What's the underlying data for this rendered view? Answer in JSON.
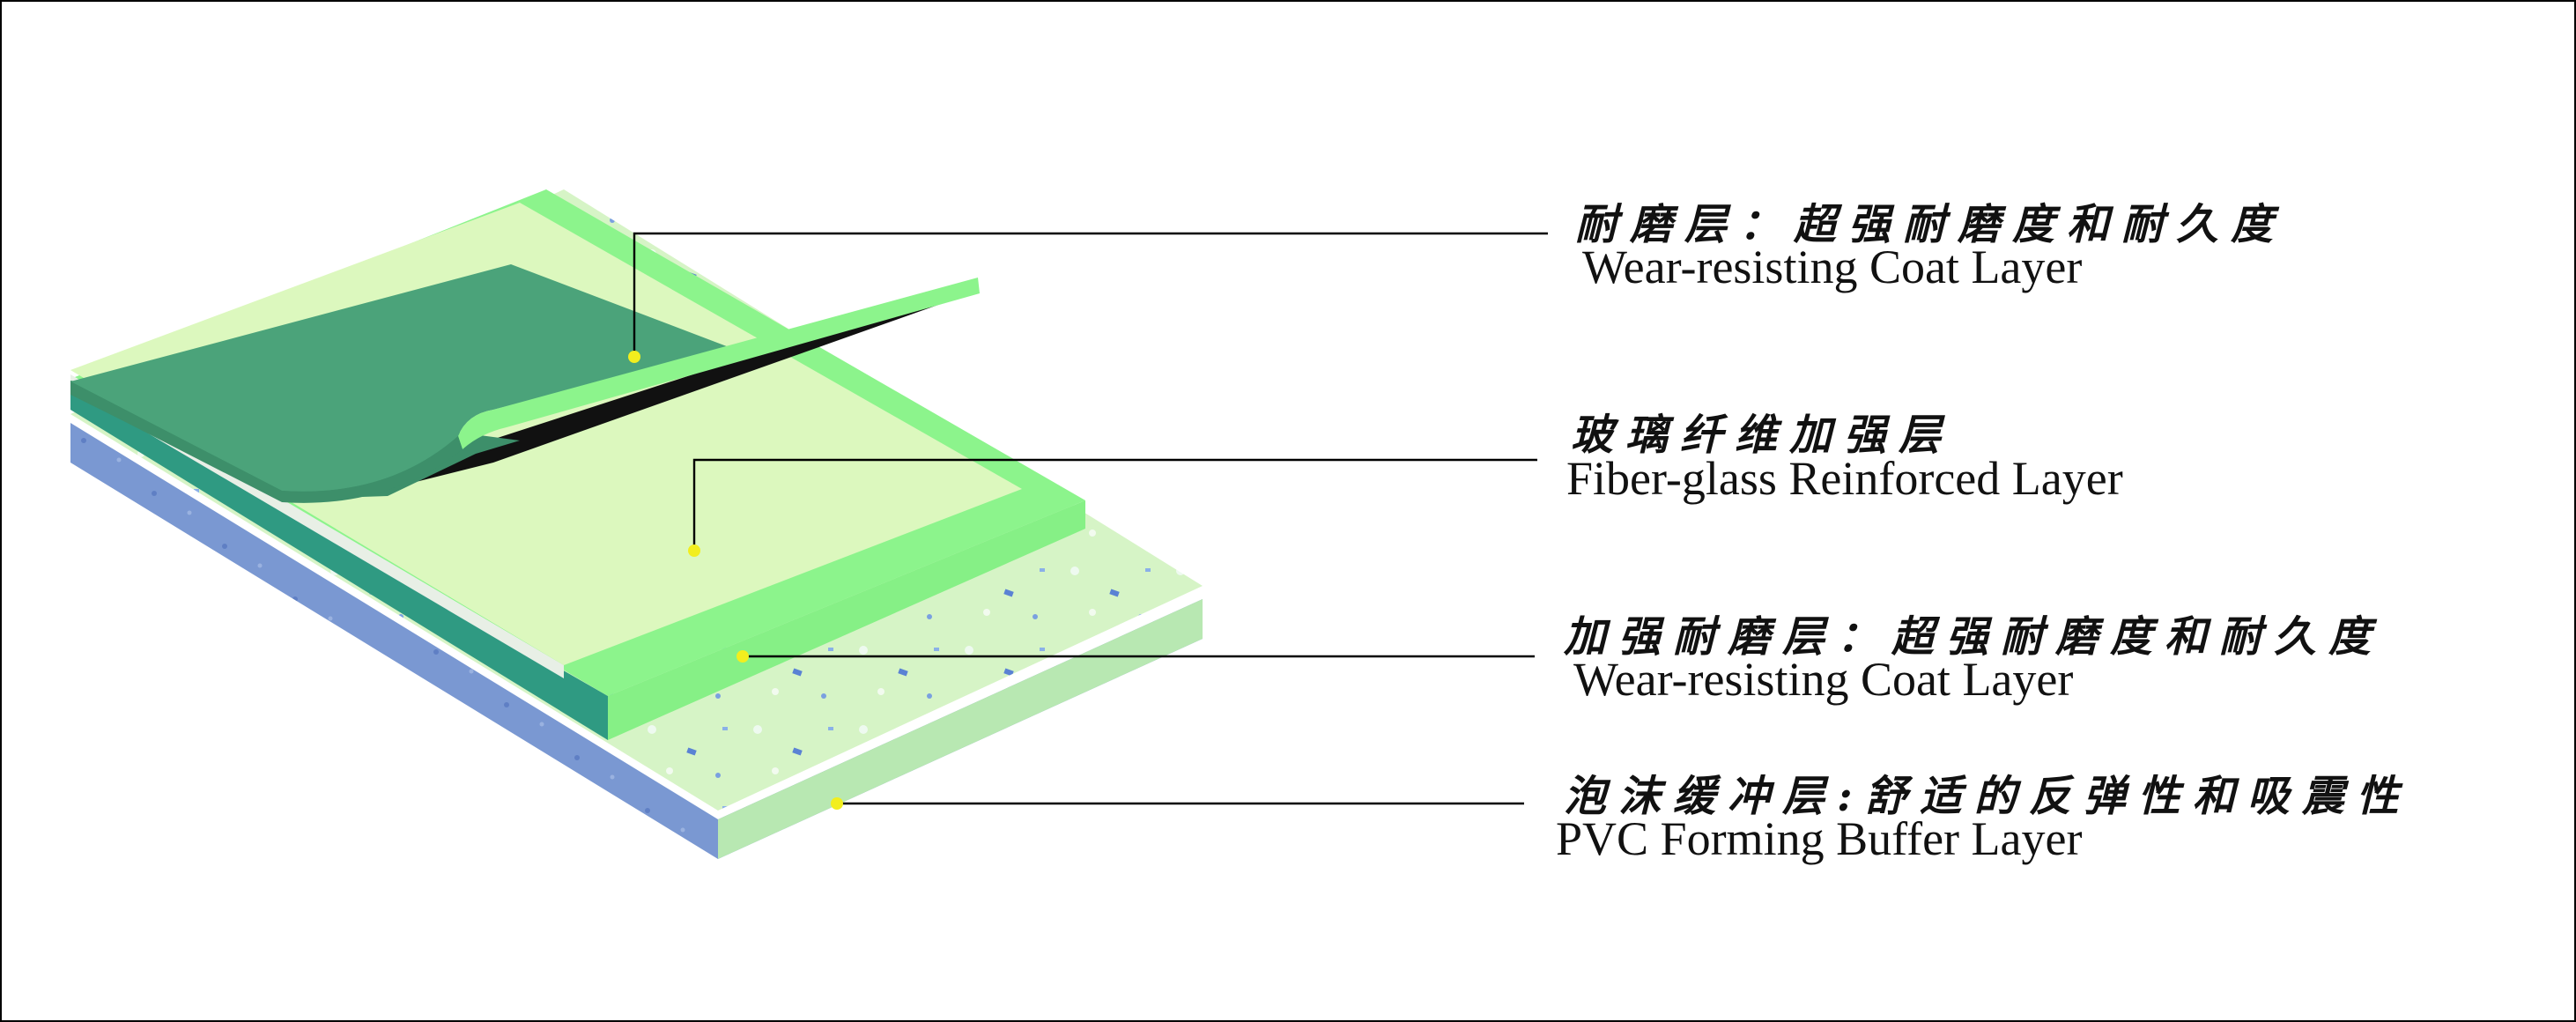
{
  "layers": [
    {
      "zh": "耐磨层：超强耐磨度和耐久度",
      "en": "Wear-resisting Coat Layer"
    },
    {
      "zh": "玻璃纤维加强层",
      "en": "Fiber-glass Reinforced Layer"
    },
    {
      "zh": "加强耐磨层：超强耐磨度和耐久度",
      "en": "Wear-resisting Coat Layer"
    },
    {
      "zh": "泡沫缓冲层:舒适的反弹性和吸震性",
      "en": "PVC Forming Buffer Layer"
    }
  ],
  "colors": {
    "top_green": "#4ba37a",
    "bright_green": "#8cf48c",
    "pale_green": "#daf8bc",
    "foam": "#d6f4c6",
    "blue": "#7a98d2",
    "marker": "#f2ee1e",
    "leader": "#000000"
  }
}
